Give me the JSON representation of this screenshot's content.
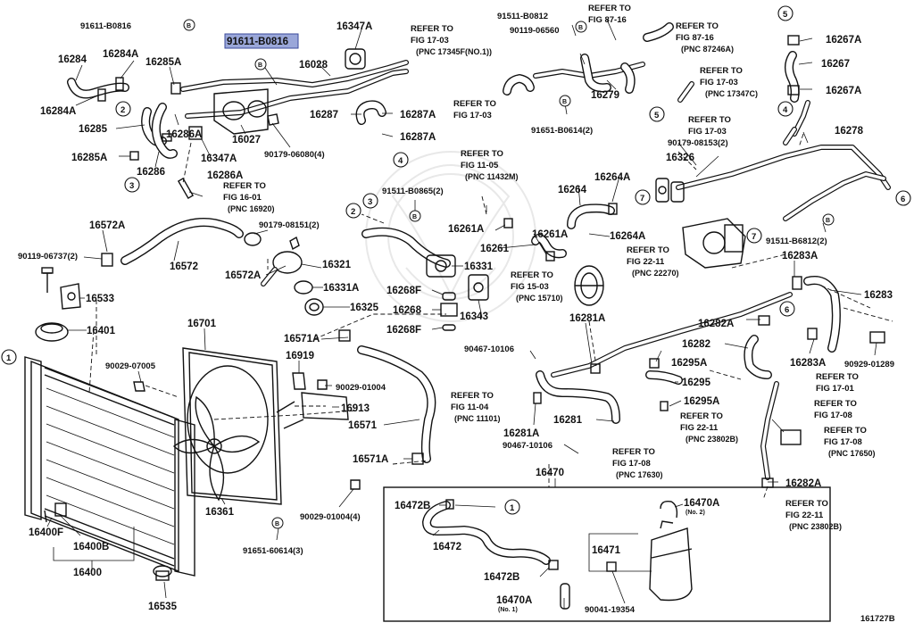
{
  "figure_id": "161727B",
  "highlighted_part": "91611-B0816",
  "callouts": [
    "1",
    "2",
    "3",
    "4",
    "5",
    "6",
    "7"
  ],
  "parts": {
    "p91611_top": "91611-B0816",
    "p16347A_a": "16347A",
    "p16284": "16284",
    "p16284A_a": "16284A",
    "p16285A_a": "16285A",
    "p16028": "16028",
    "p16284A_b": "16284A",
    "p16285": "16285",
    "p16286A_a": "16286A",
    "p16027": "16027",
    "p16287": "16287",
    "p16287A_a": "16287A",
    "p16287A_b": "16287A",
    "p16285A_b": "16285A",
    "p16286": "16286",
    "p16347A_b": "16347A",
    "p90179_06080": "90179-06080(4)",
    "p16286A_b": "16286A",
    "p91511_B0812": "91511-B0812",
    "p90119_06560": "90119-06560",
    "p16279": "16279",
    "p91651_B0614": "91651-B0614(2)",
    "p16267A_a": "16267A",
    "p16267": "16267",
    "p16267A_b": "16267A",
    "p90179_08153": "90179-08153(2)",
    "p16326": "16326",
    "p16278": "16278",
    "p91511_B0865": "91511-B0865(2)",
    "p16264": "16264",
    "p16264A_a": "16264A",
    "p16261A_a": "16261A",
    "p16261": "16261",
    "p16261A_b": "16261A",
    "p16264A_b": "16264A",
    "p91511_B6812": "91511-B6812(2)",
    "p16283A_a": "16283A",
    "p16283": "16283",
    "p16572A_a": "16572A",
    "p90119_06737": "90119-06737(2)",
    "p16572": "16572",
    "p90179_08151": "90179-08151(2)",
    "p16572A_b": "16572A",
    "p16321": "16321",
    "p16331": "16331",
    "p16331A": "16331A",
    "p16325": "16325",
    "p16268F_a": "16268F",
    "p16268": "16268",
    "p16268F_b": "16268F",
    "p16343": "16343",
    "p16533": "16533",
    "p16401": "16401",
    "p16701": "16701",
    "p16571A_a": "16571A",
    "p16919": "16919",
    "p90029_07005": "90029-07005",
    "p90029_01004_a": "90029-01004",
    "p16913": "16913",
    "p16571": "16571",
    "p16571A_b": "16571A",
    "p16361": "16361",
    "p90029_01004_b": "90029-01004(4)",
    "p91651_60614": "91651-60614(3)",
    "p16400F": "16400F",
    "p16400B": "16400B",
    "p16400": "16400",
    "p16535": "16535",
    "p16281A_a": "16281A",
    "p90467_10106_a": "90467-10106",
    "p16295A_a": "16295A",
    "p16295": "16295",
    "p16295A_b": "16295A",
    "p16281": "16281",
    "p16281A_b": "16281A",
    "p90467_10106_b": "90467-10106",
    "p16282A_a": "16282A",
    "p16282": "16282",
    "p16283A_b": "16283A",
    "p90929_01289": "90929-01289",
    "p16282A_b": "16282A",
    "p16470": "16470",
    "p16472B_a": "16472B",
    "p16472": "16472",
    "p16472B_b": "16472B",
    "p16470A_a": "16470A",
    "p16470A_a_sub": "(No. 2)",
    "p16471": "16471",
    "p90041_19354": "90041-19354",
    "p16470A_b": "16470A",
    "p16470A_b_sub": "(No. 1)"
  },
  "refs": {
    "r1": [
      "REFER TO",
      "FIG 17-03",
      "(PNC 17345F(NO.1))"
    ],
    "r2": [
      "REFER TO",
      "FIG 17-03"
    ],
    "r3": [
      "REFER TO",
      "FIG 16-01",
      "(PNC 16920)"
    ],
    "r4": [
      "REFER TO",
      "FIG 87-16"
    ],
    "r5": [
      "REFER TO",
      "FIG 87-16",
      "(PNC 87246A)"
    ],
    "r6": [
      "REFER TO",
      "FIG 17-03",
      "(PNC 17347C)"
    ],
    "r7": [
      "REFER TO",
      "FIG 17-03"
    ],
    "r8": [
      "REFER TO",
      "FIG 11-05",
      "(PNC 11432M)"
    ],
    "r9": [
      "REFER TO",
      "FIG 22-11",
      "(PNC 22270)"
    ],
    "r10": [
      "REFER TO",
      "FIG 15-03",
      "(PNC 15710)"
    ],
    "r11": [
      "REFER TO",
      "FIG 11-04",
      "(PNC 11101)"
    ],
    "r12": [
      "REFER TO",
      "FIG 17-01"
    ],
    "r13": [
      "REFER TO",
      "FIG 17-08"
    ],
    "r14": [
      "REFER TO",
      "FIG 22-11",
      "(PNC 23802B)"
    ],
    "r15": [
      "REFER TO",
      "FIG 17-08",
      "(PNC 17650)"
    ],
    "r16": [
      "REFER TO",
      "FIG 17-08",
      "(PNC 17630)"
    ],
    "r17": [
      "REFER TO",
      "FIG 22-11",
      "(PNC 23802B)"
    ]
  }
}
